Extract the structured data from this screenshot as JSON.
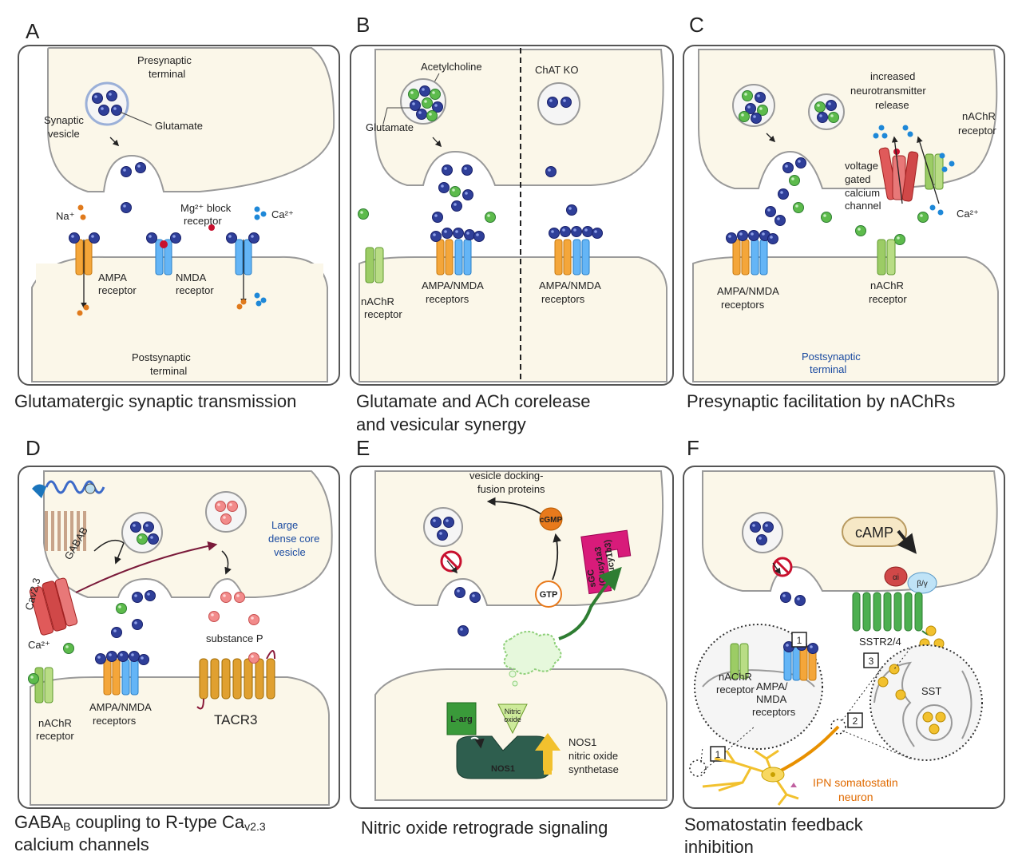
{
  "panels": {
    "A": {
      "letter": "A",
      "caption": "Glutamatergic synaptic transmission",
      "presynaptic": "Presynaptic terminal",
      "synaptic_vesicle": "Synaptic vesicle",
      "glutamate": "Glutamate",
      "na": "Na⁺",
      "mg_block": "Mg²⁺ block receptor",
      "ca": "Ca²⁺",
      "ampa": "AMPA receptor",
      "nmda": "NMDA receptor",
      "postsynaptic": "Postsynaptic terminal"
    },
    "B": {
      "letter": "B",
      "caption_line1": "Glutamate and ACh corelease",
      "caption_line2": "and vesicular synergy",
      "acetylcholine": "Acetylcholine",
      "glutamate": "Glutamate",
      "chat_ko": "ChAT KO",
      "nachr": "nAChR receptor",
      "ampa_nmda_1": "AMPA/NMDA receptors",
      "ampa_nmda_2": "AMPA/NMDA receptors"
    },
    "C": {
      "letter": "C",
      "caption": "Presynaptic facilitation by nAChRs",
      "increased": "increased neurotransmitter release",
      "nachr_top": "nAChR receptor",
      "vgcc": "voltage gated calcium channel",
      "ca": "Ca²⁺",
      "ampa_nmda": "AMPA/NMDA receptors",
      "nachr_bottom": "nAChR receptor",
      "postsynaptic": "Postsynaptic terminal"
    },
    "D": {
      "letter": "D",
      "caption_line1": "GABAB coupling to R-type Cav2.3",
      "caption_line2": "calcium channels",
      "gabab": "GABAB",
      "cav": "Cav2.3",
      "large_dense": "Large dense core vesicle",
      "ca": "Ca²⁺",
      "substance_p": "substance P",
      "nachr": "nAChR receptor",
      "ampa_nmda": "AMPA/NMDA receptors",
      "tacr3": "TACR3"
    },
    "E": {
      "letter": "E",
      "caption": "Nitric oxide retrograde signaling",
      "vesicle_docking": "vesicle docking- fusion proteins",
      "cgmp": "cGMP",
      "sgc": "sGC (Gucy1a3 +Gucy1b3)",
      "gtp": "GTP",
      "l_arg": "L-arg",
      "nitric_oxide": "Nitric oxide",
      "nos1_enzyme": "NOS1",
      "nos1_label": "NOS1 nitric oxide synthetase"
    },
    "F": {
      "letter": "F",
      "caption_line1": "Somatostatin feedback",
      "caption_line2": "inhibition",
      "camp": "cAMP",
      "alpha_i": "αi",
      "beta_gamma": "β/γ",
      "sstr": "SSTR2/4",
      "nachr": "nAChR receptor",
      "ampa_nmda": "AMPA/ NMDA receptors",
      "sst": "SST",
      "box1": "1",
      "box2": "2",
      "box3": "3",
      "ipn": "IPN somatostatin neuron"
    }
  },
  "colors": {
    "cytoplasm": "#fbf7e9",
    "membrane": "#9a9a9a",
    "glutamate": "#2f3f99",
    "ach": "#5dbb4c",
    "na": "#e07a1c",
    "ca": "#1e88d8",
    "mg": "#c8102e",
    "nachr": "#9ccc65",
    "ampa": "#f4a63a",
    "nmda": "#64b5f6",
    "vgcc": "#e05a5a",
    "sgc": "#d81b7a",
    "nos": "#2e5e4e",
    "sst": "#f2c12e",
    "ipn": "#e06a00"
  }
}
